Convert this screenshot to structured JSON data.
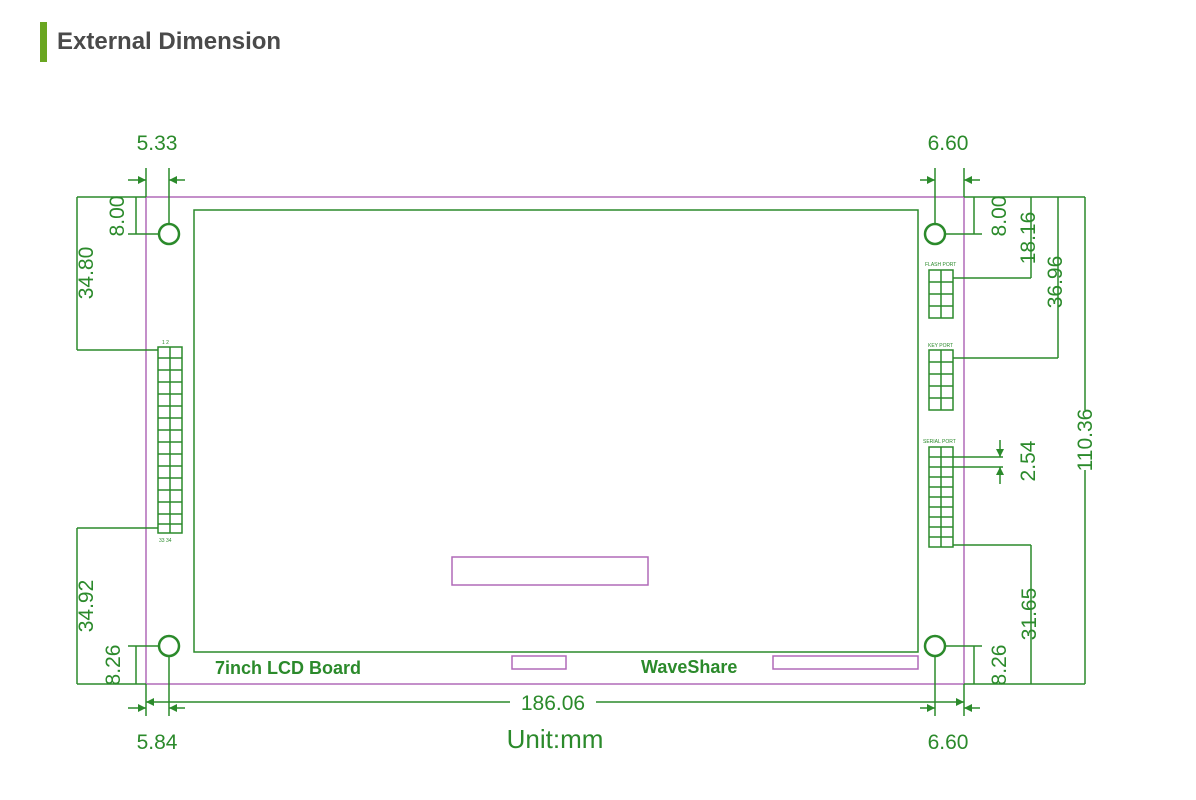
{
  "header": {
    "title": "External Dimension",
    "accent": "#6aa621"
  },
  "colors": {
    "line": "#2b8a2b",
    "outline": "#b06ab8"
  },
  "board": {
    "label_left": "7inch LCD Board",
    "label_right": "WaveShare"
  },
  "connectors": {
    "left_top": "1  2",
    "left_bottom": "33 34",
    "flash_port": "FLASH PORT",
    "key_port": "KEY PORT",
    "serial_port": "SERIAL PORT"
  },
  "dims": {
    "top_left": "5.33",
    "top_right": "6.60",
    "bottom_left": "5.84",
    "bottom_right": "6.60",
    "width": "186.06",
    "unit": "Unit:mm",
    "left_top_margin": "8.00",
    "left_top_header": "34.80",
    "left_bottom_header": "34.92",
    "left_bottom_margin": "8.26",
    "right_top_margin": "8.00",
    "right_flash": "18.16",
    "right_key": "36.96",
    "right_height": "110.36",
    "right_pitch": "2.54",
    "right_serial": "31.65",
    "right_bottom_margin": "8.26"
  }
}
